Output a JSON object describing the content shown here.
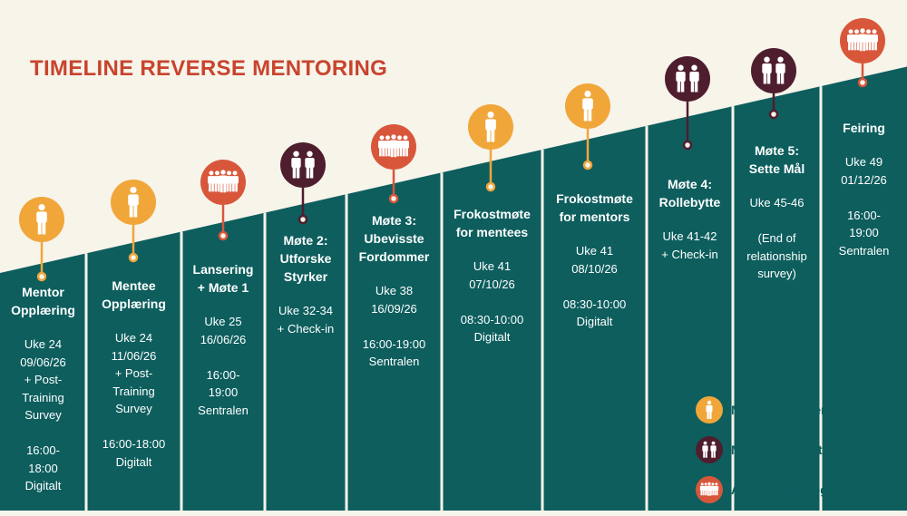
{
  "title": "TIMELINE REVERSE MENTORING",
  "colors": {
    "background": "#f7f4ea",
    "teal": "#0e5e5e",
    "title": "#c8442e",
    "mentor_eller_mentee": "#f1a63a",
    "mentor_og_mentee": "#4e1e2e",
    "alle": "#d8573b"
  },
  "milestones": [
    {
      "title": "Mentor\nOpplæring",
      "details": "Uke 24\n09/06/26\n+ Post-\nTraining\nSurvey\n\n16:00-\n18:00\nDigitalt",
      "type": "mentor_eller_mentee",
      "icon": "single-person-icon"
    },
    {
      "title": "Mentee\nOpplæring",
      "details": "Uke 24\n11/06/26\n+ Post-\nTraining\nSurvey\n\n16:00-18:00\nDigitalt",
      "type": "mentor_eller_mentee",
      "icon": "single-person-icon"
    },
    {
      "title": "Lansering\n+ Møte 1",
      "details": "Uke 25\n16/06/26\n\n16:00-\n19:00\nSentralen",
      "type": "alle",
      "icon": "group-people-icon"
    },
    {
      "title": "Møte 2:\nUtforske\nStyrker",
      "details": "Uke 32-34\n+ Check-in",
      "type": "mentor_og_mentee",
      "icon": "two-people-icon"
    },
    {
      "title": "Møte 3:\nUbevisste\nFordommer",
      "details": "Uke 38\n16/09/26\n\n16:00-19:00\nSentralen",
      "type": "alle",
      "icon": "group-people-icon"
    },
    {
      "title": "Frokostmøte\nfor mentees",
      "details": "Uke 41\n07/10/26\n\n08:30-10:00\nDigitalt",
      "type": "mentor_eller_mentee",
      "icon": "single-person-icon"
    },
    {
      "title": "Frokostmøte\nfor mentors",
      "details": "Uke 41\n08/10/26\n\n08:30-10:00\nDigitalt",
      "type": "mentor_eller_mentee",
      "icon": "single-person-icon"
    },
    {
      "title": "Møte 4:\nRollebytte",
      "details": "Uke 41-42\n+ Check-in",
      "type": "mentor_og_mentee",
      "icon": "two-people-icon"
    },
    {
      "title": "Møte 5:\nSette Mål",
      "details": "Uke 45-46\n\n(End of\nrelationship\nsurvey)",
      "type": "mentor_og_mentee",
      "icon": "two-people-icon"
    },
    {
      "title": "Feiring",
      "details": "Uke 49\n01/12/26\n\n16:00-\n19:00\nSentralen",
      "type": "alle",
      "icon": "group-people-icon"
    }
  ],
  "legend": [
    {
      "label": "Mentor eller Mentee",
      "type": "mentor_eller_mentee",
      "icon": "single-person-icon"
    },
    {
      "label": "Mentor og Mentee",
      "type": "mentor_og_mentee",
      "icon": "two-people-icon"
    },
    {
      "label": "Alle Mentorer og Mentees",
      "type": "alle",
      "icon": "group-people-icon"
    }
  ]
}
